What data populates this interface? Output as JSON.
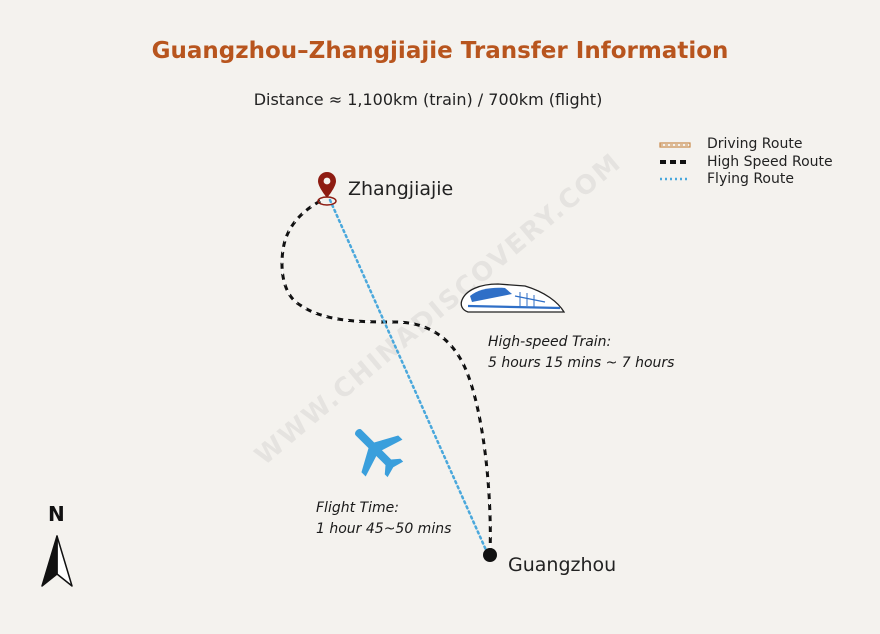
{
  "title": "Guangzhou–Zhangjiajie Transfer Information",
  "subtitle": "Distance ≈ 1,100km (train) / 700km (flight)",
  "legend": {
    "driving": "Driving Route",
    "high_speed": "High Speed Route",
    "flying": "Flying Route"
  },
  "cities": {
    "origin": "Guangzhou",
    "destination": "Zhangjiajie"
  },
  "train_note": {
    "label": "High-speed Train:",
    "time": "5 hours 15 mins ~ 7 hours"
  },
  "flight_note": {
    "label": "Flight Time:",
    "time": "1 hour 45~50 mins"
  },
  "compass": {
    "label": "N"
  },
  "watermark": "WWW.CHINADISCOVERY.COM",
  "colors": {
    "title": "#b8551e",
    "flying_route": "#4aa8dc",
    "high_speed_route": "#111111",
    "driving_route": "#c98a4b",
    "pin": "#8e1c12",
    "plane": "#3a9fdc"
  },
  "icons": [
    "location-pin-icon",
    "high-speed-train-icon",
    "airplane-icon",
    "north-arrow-icon"
  ]
}
